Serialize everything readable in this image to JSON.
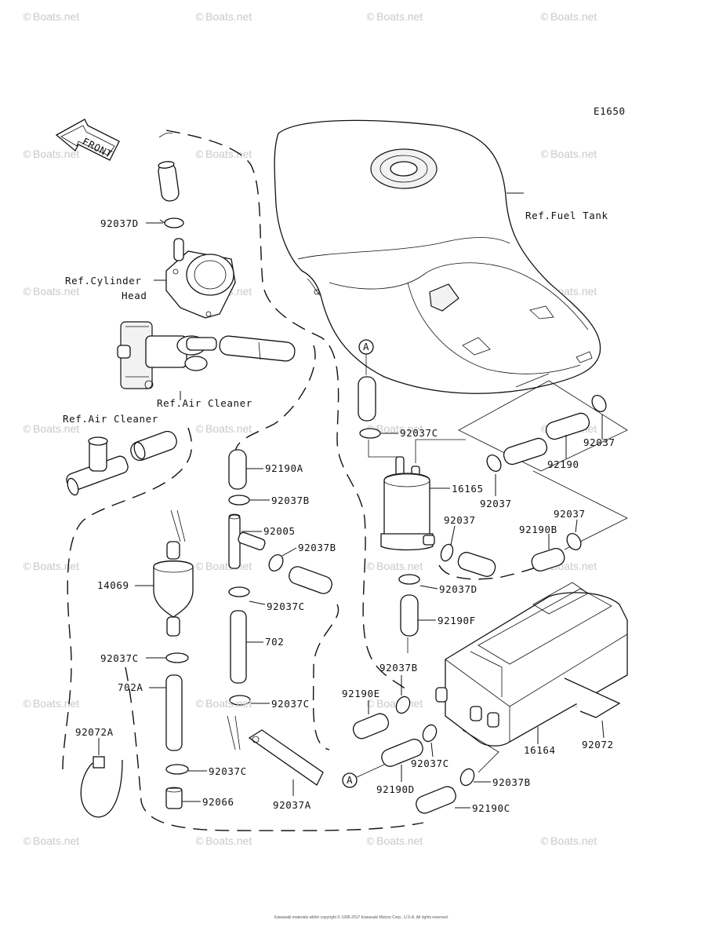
{
  "diagram_id": "E1650",
  "watermark": {
    "symbol": "©",
    "text": "Boats.net"
  },
  "front_label": "FRONT",
  "callout_letter": "A",
  "footer_fine_print": "Kawasaki materials within copyright © 1995-2017 Kawasaki Motors Corp., U.S.A. All rights reserved.",
  "labels": {
    "ref_fuel_tank": "Ref.Fuel Tank",
    "ref_cylinder_head_1": "Ref.Cylinder",
    "ref_cylinder_head_2": "Head",
    "ref_air_cleaner_1": "Ref.Air Cleaner",
    "ref_air_cleaner_2": "Ref.Air Cleaner",
    "p92037D_top": "92037D",
    "p92190A": "92190A",
    "p92037B_1": "92037B",
    "p92005": "92005",
    "p92037B_2": "92037B",
    "p92037C_1": "92037C",
    "p702": "702",
    "p92037C_2": "92037C",
    "p14069": "14069",
    "p92037C_3": "92037C",
    "p702A": "702A",
    "p92072A": "92072A",
    "p92037C_4": "92037C",
    "p92066": "92066",
    "p92037A": "92037A",
    "p92037C_5": "92037C",
    "p16165": "16165",
    "p92037_1": "92037",
    "p92037_2": "92037",
    "p92190": "92190",
    "p92037_3": "92037",
    "p92037_4": "92037",
    "p92190B": "92190B",
    "p92037D_2": "92037D",
    "p92190F": "92190F",
    "p92037B_3": "92037B",
    "p92190E": "92190E",
    "p92037C_6": "92037C",
    "p92190D": "92190D",
    "p92037B_4": "92037B",
    "p92190C": "92190C",
    "p16164": "16164",
    "p92072": "92072"
  }
}
